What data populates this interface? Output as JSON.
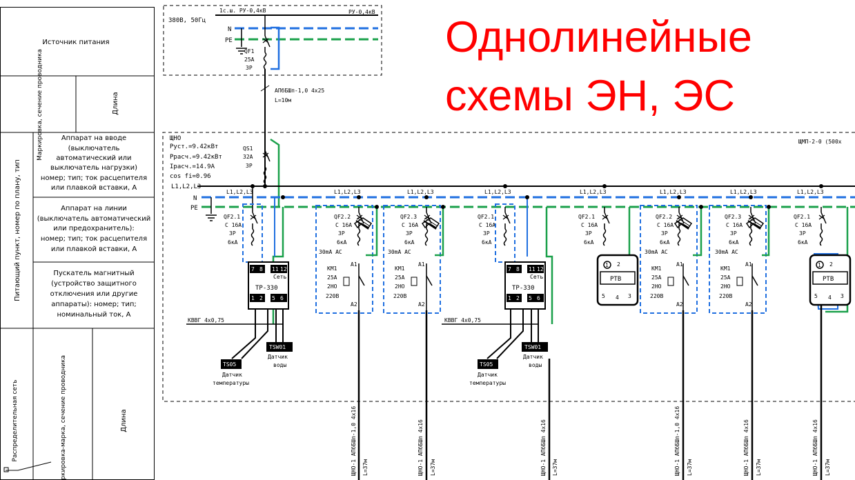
{
  "header": {
    "line1": "Однолинейные",
    "line2": "схемы ЭН, ЭС"
  },
  "left_panel": {
    "source": "Источник питания",
    "marking_section": "Маркировка, сечение проводника",
    "length": "Длина",
    "feeding_point": "Питающий пункт, номер по плану, тип",
    "input_device": [
      "Аппарат на вводе",
      "(выключатель",
      "автоматический или",
      "выключатель нагрузки)",
      "номер; тип; ток расцепителя",
      "или плавкой вставки, А"
    ],
    "line_device": [
      "Аппарат на линии",
      "(выключатель автоматический",
      "или предохранитель):",
      "номер; тип; ток расцепителя",
      "или плавкой вставки, А"
    ],
    "starter": [
      "Пускатель магнитный",
      "(устройство защитного",
      "отключения или другие",
      "аппараты): номер; тип;",
      "номинальный ток, А"
    ],
    "distribution_net": "Распределительная сеть",
    "marking_brand": "Маркировка-марка, сечение проводника",
    "length2": "Длина"
  },
  "source_block": {
    "voltage": "380В, 50Гц",
    "section": "1с.ш. РУ-0,4кВ",
    "ru": "РУ-0,4кВ",
    "n": "N",
    "pe": "PE",
    "breaker": [
      "QF1",
      "25A",
      "3P"
    ],
    "cable": "АПбБШп-1,0  4х25",
    "cable_length": "L=10м"
  },
  "panel": {
    "name": "ЩНО",
    "p_inst": "Руст.=9.42кВт",
    "p_calc": "Ррасч.=9.42кВт",
    "i_calc": "Iрасч.=14.9А",
    "cos": "cos fi=0.96",
    "bus": "L1,L2,L3",
    "n": "N",
    "pe": "PE",
    "main_switch": [
      "QS1",
      "32А",
      "3Р"
    ],
    "right_cabinet": "ЩМП-2-0 (500х"
  },
  "feeders": [
    {
      "label": "L1,L2,L3",
      "breaker": [
        "QF2.1",
        "C 16А",
        "3P",
        "6кА"
      ],
      "rcd": ""
    },
    {
      "label": "L1,L2,L3",
      "breaker": [
        "QF2.2",
        "C 16А",
        "3P",
        "6кА"
      ],
      "rcd": "30mA AC"
    },
    {
      "label": "L1,L2,L3",
      "breaker": [
        "QF2.3",
        "C 16А",
        "3P",
        "6кА"
      ],
      "rcd": "30mA AC"
    },
    {
      "label": "L1,L2,L3",
      "breaker": [
        "QF2.1",
        "C 16А",
        "3P",
        "6кА"
      ],
      "rcd": ""
    },
    {
      "label": "L1,L2,L3",
      "breaker": [
        "QF2.1",
        "C 16А",
        "3P",
        "6кА"
      ],
      "rcd": ""
    },
    {
      "label": "L1,L2,L3",
      "breaker": [
        "QF2.2",
        "C 16А",
        "3P",
        "6кА"
      ],
      "rcd": "30mA AC"
    },
    {
      "label": "L1,L2,L3",
      "breaker": [
        "QF2.3",
        "C 16А",
        "3P",
        "6кА"
      ],
      "rcd": "30mA AC"
    },
    {
      "label": "L1,L2,L3",
      "breaker": [
        "QF2.1",
        "C 16А",
        "3P",
        "6кА"
      ],
      "rcd": ""
    }
  ],
  "contactor": {
    "name": "KM1",
    "rating": "25A",
    "contacts": "2НО",
    "voltage": "220В",
    "a1": "A1",
    "a2": "A2"
  },
  "relay": {
    "name": "TP-330",
    "terminals_top": [
      "7",
      "8",
      "11",
      "12"
    ],
    "terminals_bottom": [
      "1",
      "2",
      "5",
      "6"
    ],
    "net": "Сеть"
  },
  "rtv": {
    "name": "РТВ",
    "pins": [
      "1",
      "2",
      "3",
      "4",
      "5"
    ]
  },
  "sensors": {
    "cable": "КВВГ 4х0,75",
    "temp": "TS05",
    "temp_label": [
      "Датчик",
      "температуры"
    ],
    "water": "TSW01",
    "water_label": [
      "Датчик",
      "воды"
    ]
  },
  "outgoing": [
    {
      "cable": "ЩНО-1 АПбБШп-1,0 4х16",
      "length": "L=37м"
    },
    {
      "cable": "ЩНО-1 АПбБШп 4х16",
      "length": "L=37м"
    },
    {
      "cable": "ЩНО-1 АПбБШп 4х16",
      "length": "L=37м"
    },
    {
      "cable": "ЩНО-1 АПбБШп-1,0 4х16",
      "length": "L=37м"
    },
    {
      "cable": "ЩНО-1 АПбБШп 4х16",
      "length": "L=37м"
    },
    {
      "cable": "ЩНО-1 АПбБШп 4х16",
      "length": "L=37м"
    }
  ],
  "colors": {
    "header": "#ff0000",
    "neutral": "#1f6fe0",
    "pe": "#1aa04a",
    "line": "#000000"
  }
}
